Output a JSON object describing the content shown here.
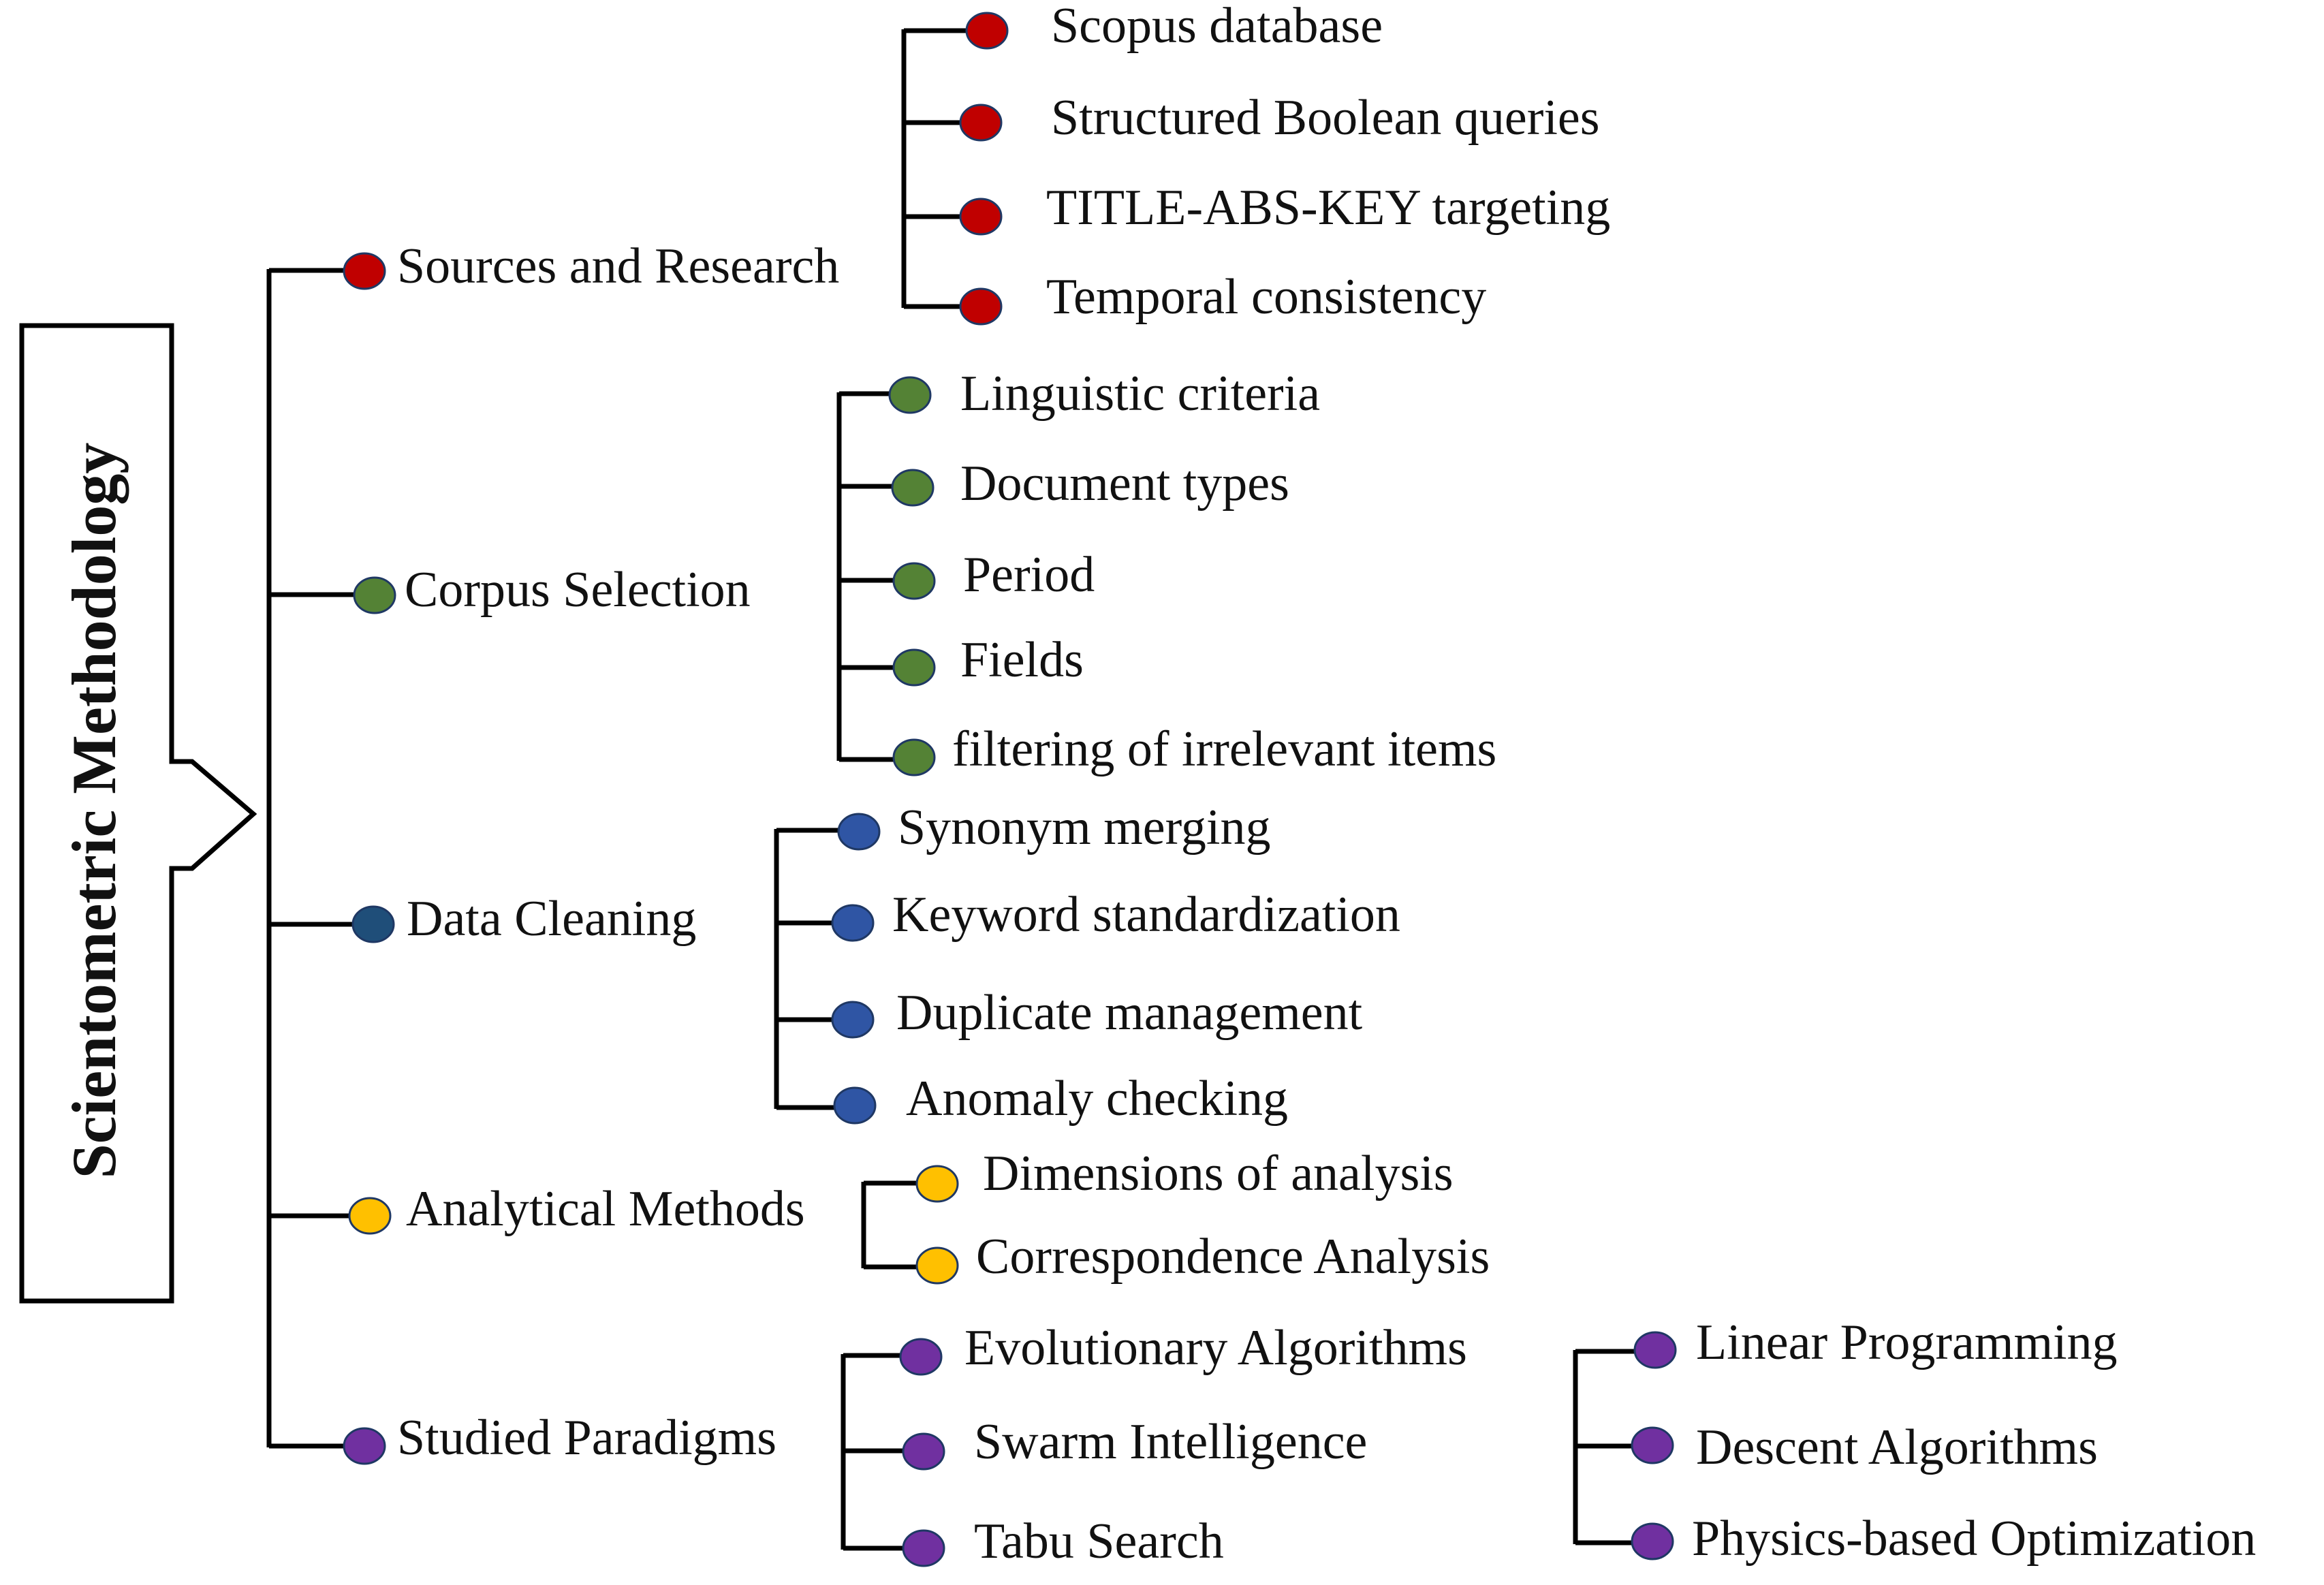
{
  "title": "Scientometric Methodology",
  "colors": {
    "line": "#000000",
    "red": "#c00000",
    "green": "#548235",
    "navy": "#1f4e79",
    "blue": "#2f55a4",
    "yellow": "#ffc000",
    "purple": "#7030a0"
  },
  "categories": [
    {
      "key": "sources",
      "label": "Sources and Research",
      "color": "red",
      "items": [
        "Scopus database",
        "Structured Boolean queries",
        "TITLE-ABS-KEY targeting",
        "Temporal consistency"
      ]
    },
    {
      "key": "corpus",
      "label": "Corpus Selection",
      "color": "green",
      "items": [
        "Linguistic criteria",
        "Document types",
        "Period",
        "Fields",
        "filtering of irrelevant items"
      ]
    },
    {
      "key": "cleaning",
      "label": "Data Cleaning",
      "color": "navy",
      "itemColor": "blue",
      "items": [
        "Synonym merging",
        "Keyword standardization",
        "Duplicate management",
        "Anomaly checking"
      ]
    },
    {
      "key": "analytical",
      "label": "Analytical Methods",
      "color": "yellow",
      "items": [
        "Dimensions of analysis",
        "Correspondence Analysis"
      ]
    },
    {
      "key": "paradigms",
      "label": "Studied Paradigms",
      "color": "purple",
      "items": [
        "Evolutionary Algorithms",
        "Swarm Intelligence",
        "Tabu Search"
      ],
      "extra": [
        "Linear Programming",
        "Descent Algorithms",
        "Physics-based Optimization"
      ]
    }
  ]
}
